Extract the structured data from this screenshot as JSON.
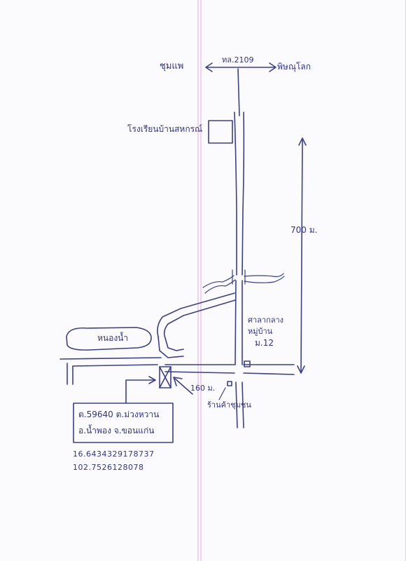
{
  "colors": {
    "ink": "#3a3f8f",
    "margin_line": "#e4a9e6",
    "paper": "#fbfbfd"
  },
  "map": {
    "road_label": "ทล.2109",
    "west_direction": "ชุมแพ",
    "east_direction": "พิษณุโลก",
    "school_label": "โรงเรียนบ้านสหกรณ์",
    "distance_north": "700 ม.",
    "pond_label": "หนองน้ำ",
    "village_hall_line1": "ศาลากลาง",
    "village_hall_line2": "หมู่บ้าน",
    "village_hall_line3": "ม.12",
    "distance_short": "160 ม.",
    "shop_label": "ร้านค้าชุมชน",
    "address_line1": "ต.59640 ต.ม่วงหวาน",
    "address_line2": "อ.น้ำพอง จ.ขอนแก่น",
    "latitude": "16.6434329178737",
    "longitude": "102.7526128078"
  }
}
